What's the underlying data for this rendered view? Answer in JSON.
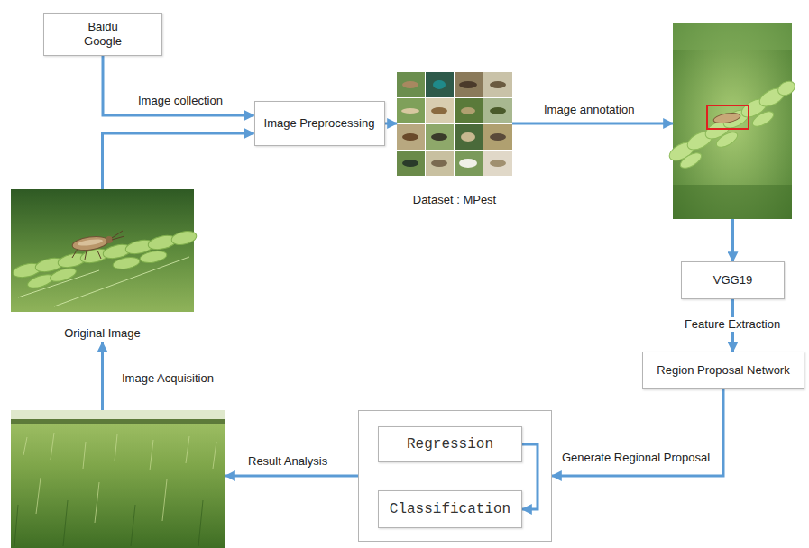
{
  "diagram": {
    "nodes": [
      {
        "text": [
          "Baidu Google"
        ]
      },
      {
        "text": [
          "Image Preprocessing"
        ]
      },
      {
        "text": [
          "Dataset : MPest"
        ]
      },
      {
        "text": []
      },
      {
        "text": [
          "Original Image"
        ]
      },
      {
        "text": [
          "VGG19"
        ]
      },
      {
        "text": [
          "Region Proposal Network"
        ]
      },
      {
        "text": []
      },
      {
        "text": [
          "Regression"
        ],
        "in": 7
      },
      {
        "text": [
          "Classification"
        ],
        "in": 7
      },
      {
        "text": []
      }
    ],
    "edges": [
      {
        "from": 0,
        "to": 1,
        "arrow": "to",
        "label": "Image collection"
      },
      {
        "from": 4,
        "to": 1,
        "arrow": "to"
      },
      {
        "from": 1,
        "to": 2,
        "arrow": "to"
      },
      {
        "from": 2,
        "to": 3,
        "arrow": "to",
        "label": "Image annotation"
      },
      {
        "from": 3,
        "to": 5,
        "arrow": "to"
      },
      {
        "from": 5,
        "to": 6,
        "arrow": "to",
        "label": "Feature Extraction"
      },
      {
        "from": 6,
        "to": 7,
        "arrow": "to",
        "label": "Generate Regional Proposal"
      },
      {
        "from": 8,
        "to": 9,
        "arrow": "to"
      },
      {
        "from": 7,
        "to": 10,
        "arrow": "to",
        "label": "Result Analysis"
      },
      {
        "from": 10,
        "to": 4,
        "arrow": "to",
        "label": "Image Acquisition"
      }
    ]
  }
}
